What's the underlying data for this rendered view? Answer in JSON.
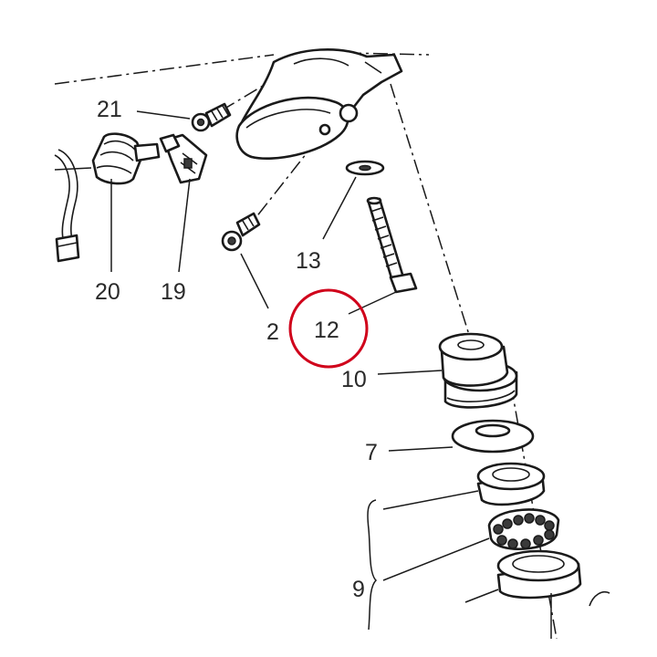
{
  "callouts": {
    "c21": "21",
    "c20": "20",
    "c19": "19",
    "c13": "13",
    "c2": "2",
    "c12": "12",
    "c10": "10",
    "c7": "7",
    "c9": "9"
  },
  "colors": {
    "highlight_ring": "#d0021b",
    "line": "#1a1a1a",
    "label": "#2a2a2a"
  },
  "highlighted_part": "12"
}
